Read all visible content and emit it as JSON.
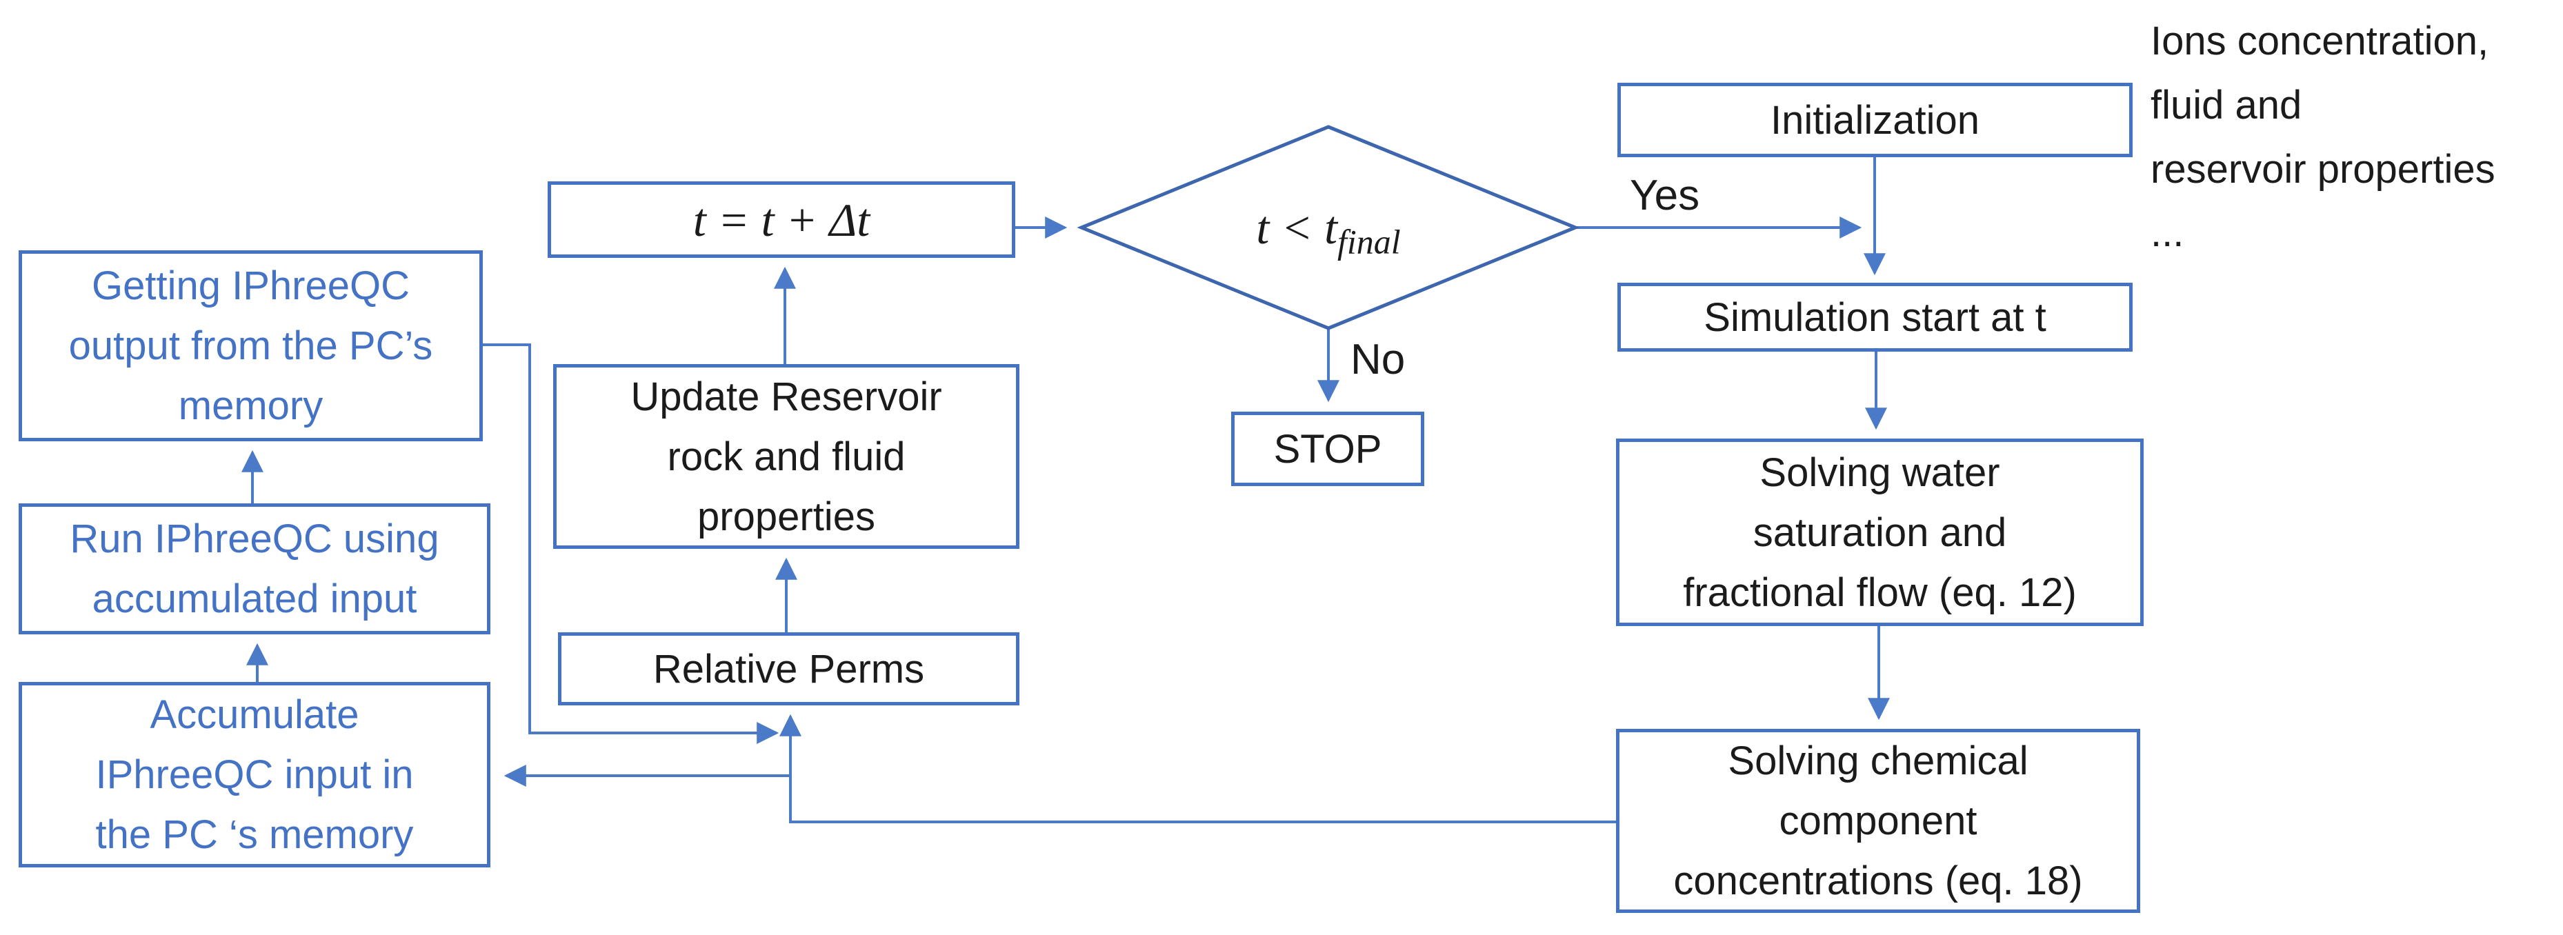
{
  "diagram": {
    "nodes": {
      "getting_output": {
        "label": "Getting IPhreeQC\noutput from the PC’s\nmemory"
      },
      "run_iphreeqc": {
        "label": "Run IPhreeQC using\naccumulated input"
      },
      "accumulate_input": {
        "label": "Accumulate\nIPhreeQC input in\nthe PC ‘s memory"
      },
      "time_update": {
        "label": "t = t + Δt"
      },
      "update_reservoir": {
        "label": "Update Reservoir\nrock and fluid\nproperties"
      },
      "relative_perms": {
        "label": "Relative Perms"
      },
      "decision": {
        "label_main": "t < t",
        "label_sub": "final"
      },
      "stop": {
        "label": "STOP"
      },
      "initialization": {
        "label": "Initialization"
      },
      "simulation_start": {
        "label": "Simulation start at t"
      },
      "solving_water": {
        "label": "Solving water\nsaturation and\nfractional flow (eq. 12)"
      },
      "solving_chemical": {
        "label": "Solving chemical\ncomponent\nconcentrations (eq. 18)"
      }
    },
    "edge_labels": {
      "yes": "Yes",
      "no": "No"
    },
    "annotation": "Ions concentration,\nfluid and\nreservoir properties\n...",
    "colors": {
      "box_border": "#4472C4",
      "line": "#4B7BC8",
      "blue_text": "#4472C4",
      "black_text": "#1B1B1B",
      "diamond_border": "#3D66AE",
      "bg": "#FFFFFF"
    }
  }
}
